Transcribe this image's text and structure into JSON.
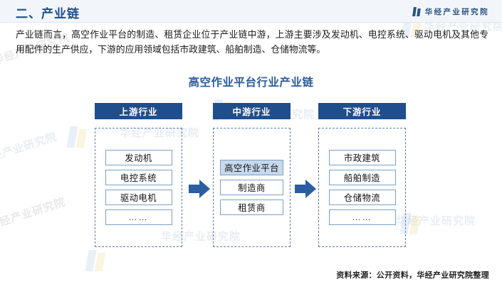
{
  "header": {
    "title": "二、产业链",
    "brand": "华经产业研究院",
    "brand_mark_icon": "double-bar-logo-icon"
  },
  "intro": {
    "paragraph": "产业链而言，高空作业平台的制造、租赁企业位于产业链中游，上游主要涉及发动机、电控系统、驱动电机及其他专用配件的生产供应，下游的应用领域包括市政建筑、船舶制造、仓储物流等。"
  },
  "chart_data": {
    "type": "diagram",
    "title": "高空作业平台行业产业链",
    "columns": [
      {
        "id": "upstream",
        "header": "上游行业",
        "items": [
          {
            "label": "发动机",
            "highlighted": false
          },
          {
            "label": "电控系统",
            "highlighted": false
          },
          {
            "label": "驱动电机",
            "highlighted": false
          },
          {
            "label": "……",
            "highlighted": false
          }
        ]
      },
      {
        "id": "midstream",
        "header": "中游行业",
        "items": [
          {
            "label": "高空作业平台",
            "highlighted": true
          },
          {
            "label": "制造商",
            "highlighted": false
          },
          {
            "label": "租赁商",
            "highlighted": false
          }
        ]
      },
      {
        "id": "downstream",
        "header": "下游行业",
        "items": [
          {
            "label": "市政建筑",
            "highlighted": false
          },
          {
            "label": "船舶制造",
            "highlighted": false
          },
          {
            "label": "仓储物流",
            "highlighted": false
          },
          {
            "label": "……",
            "highlighted": false
          }
        ]
      }
    ],
    "connectors": [
      {
        "from": "upstream",
        "to": "midstream",
        "icon": "right-arrow-icon"
      },
      {
        "from": "midstream",
        "to": "downstream",
        "icon": "right-arrow-icon"
      }
    ],
    "colors": {
      "header_bar": "#1F4E8C",
      "cell_border": "#7BA0C4",
      "cell_highlight_fill": "#C6D9EC",
      "dashed_border": "#5B7FA6",
      "arrow": "#2A5EA0",
      "title_text": "#2B5C9B"
    }
  },
  "footer": {
    "source": "资料来源：公开资料，华经产业研究院整理"
  },
  "watermarks": {
    "text": "华经产业研究院"
  }
}
